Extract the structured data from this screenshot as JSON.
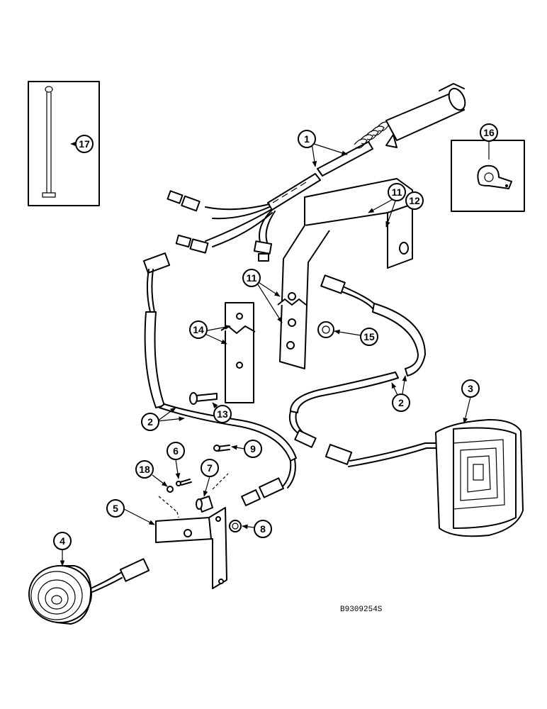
{
  "figure_code": "B9309254S",
  "callouts": {
    "c1": "1",
    "c2a": "2",
    "c2b": "2",
    "c3": "3",
    "c4": "4",
    "c5": "5",
    "c6": "6",
    "c7": "7",
    "c8": "8",
    "c9": "9",
    "c11a": "11",
    "c11b": "11",
    "c12": "12",
    "c13": "13",
    "c14": "14",
    "c15": "15",
    "c16": "16",
    "c17": "17",
    "c18": "18"
  }
}
